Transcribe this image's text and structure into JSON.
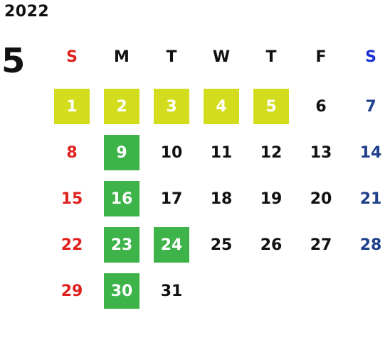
{
  "year": "2022",
  "month": "5",
  "weekdays": [
    "S",
    "M",
    "T",
    "W",
    "T",
    "F",
    "S"
  ],
  "weeks": [
    [
      "1",
      "2",
      "3",
      "4",
      "5",
      "6",
      "7"
    ],
    [
      "8",
      "9",
      "10",
      "11",
      "12",
      "13",
      "14"
    ],
    [
      "15",
      "16",
      "17",
      "18",
      "19",
      "20",
      "21"
    ],
    [
      "22",
      "23",
      "24",
      "25",
      "26",
      "27",
      "28"
    ],
    [
      "29",
      "30",
      "31"
    ]
  ],
  "colors": {
    "sunday": "#e0201d",
    "saturday_header": "#1a2fd6",
    "saturday": "#1e3f8a",
    "highlight_yellow": "#d3dd1e",
    "highlight_green": "#3db34a"
  },
  "highlighted_yellow": [
    "1",
    "2",
    "3",
    "4",
    "5"
  ],
  "highlighted_green": [
    "9",
    "16",
    "23",
    "24",
    "30"
  ]
}
